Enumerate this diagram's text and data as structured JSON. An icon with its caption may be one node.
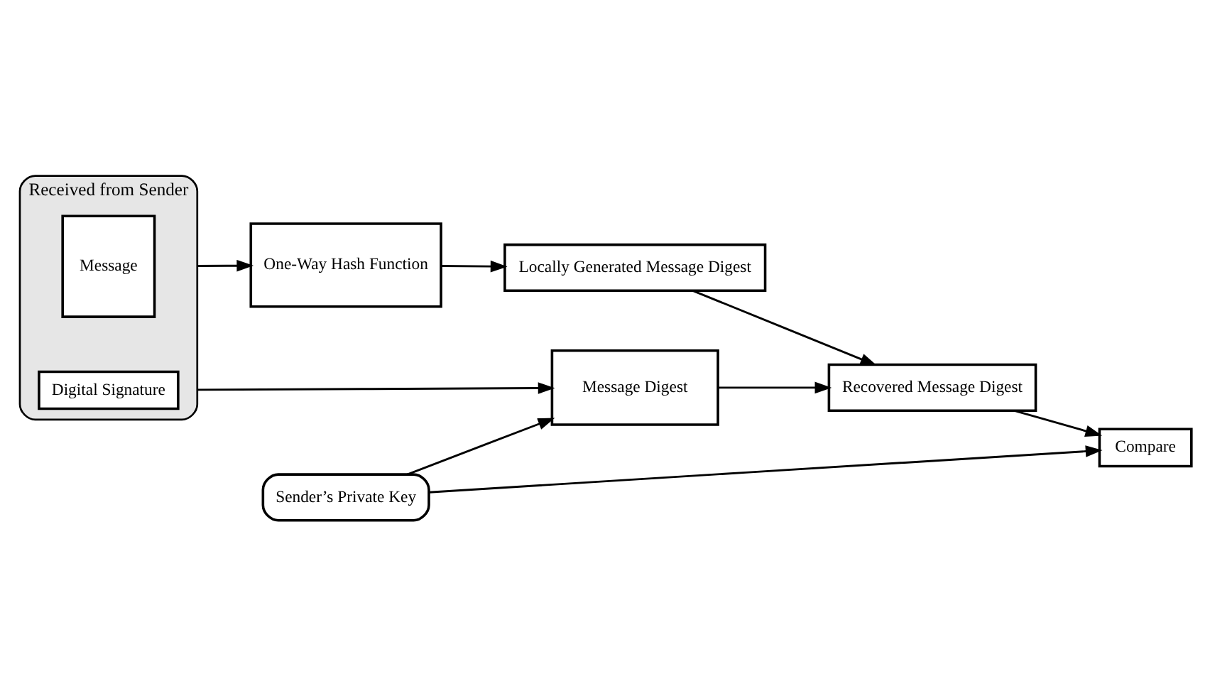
{
  "diagram": {
    "nodes": [
      {
        "text": [
          "Received from Sender"
        ]
      },
      {
        "text": [
          "Message"
        ],
        "in": 0
      },
      {
        "text": [
          "Digital Signature"
        ],
        "in": 0
      },
      {
        "text": [
          "One-Way Hash Function"
        ]
      },
      {
        "text": [
          "Locally Generated Message Digest"
        ]
      },
      {
        "text": [
          "Message Digest"
        ]
      },
      {
        "text": [
          "Recovered Message Digest"
        ]
      },
      {
        "text": [
          "Sender’s Private Key"
        ]
      },
      {
        "text": [
          "Compare"
        ]
      }
    ],
    "edges": [
      {
        "from": 1,
        "to": 3,
        "arrow": "to"
      },
      {
        "from": 3,
        "to": 4,
        "arrow": "to"
      },
      {
        "from": 4,
        "to": 6,
        "arrow": "to"
      },
      {
        "from": 2,
        "to": 5,
        "arrow": "to"
      },
      {
        "from": 5,
        "to": 6,
        "arrow": "to"
      },
      {
        "from": 7,
        "to": 5,
        "arrow": "to"
      },
      {
        "from": 7,
        "to": 8,
        "arrow": "to"
      },
      {
        "from": 6,
        "to": 8,
        "arrow": "to"
      }
    ]
  }
}
